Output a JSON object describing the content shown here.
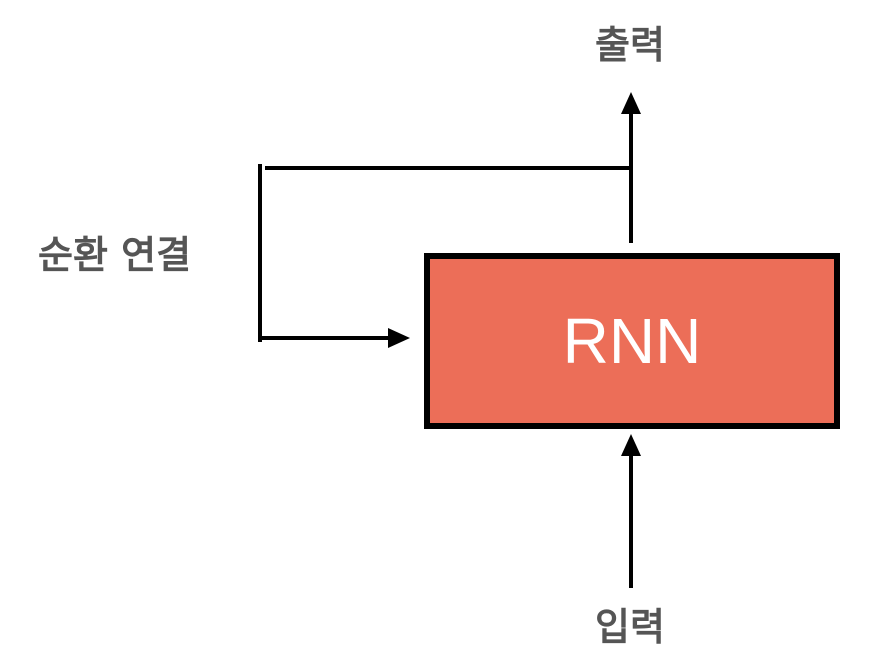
{
  "diagram": {
    "output_label": "출력",
    "input_label": "입력",
    "recurrent_label": "순환 연결",
    "node_label": "RNN"
  },
  "colors": {
    "node_fill": "#ec6e58",
    "node_border": "#000000",
    "node_text": "#ffffff",
    "label_text": "#555555",
    "arrow": "#000000",
    "background": "#ffffff"
  }
}
